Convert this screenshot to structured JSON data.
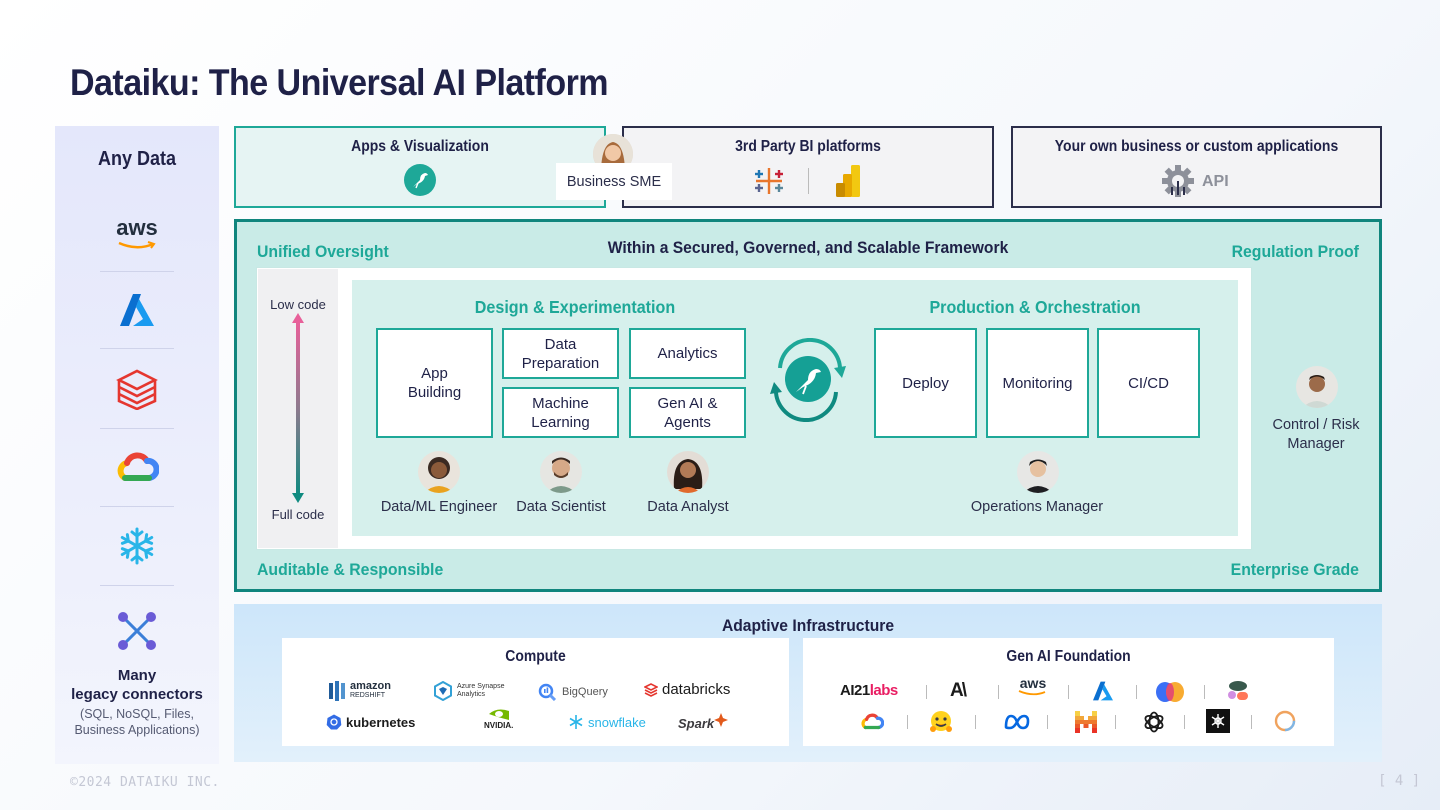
{
  "title": "Dataiku: The Universal AI Platform",
  "any_data": {
    "title": "Any Data",
    "sources": [
      {
        "icon": "aws-icon",
        "label": "aws"
      },
      {
        "icon": "azure-icon"
      },
      {
        "icon": "databricks-icon"
      },
      {
        "icon": "google-cloud-icon"
      },
      {
        "icon": "snowflake-icon"
      },
      {
        "icon": "connector-icon"
      }
    ],
    "many_line1": "Many",
    "many_line2": "legacy connectors",
    "many_sub1": "(SQL, NoSQL, Files,",
    "many_sub2": "Business Applications)"
  },
  "top": {
    "apps_title": "Apps & Visualization",
    "bi_title": "3rd Party BI platforms",
    "custom_title": "Your own business or custom applications",
    "api_label": "API",
    "business_sme": "Business SME"
  },
  "oversight": {
    "framework": "Within a Secured, Governed, and Scalable Framework",
    "top_left": "Unified Oversight",
    "top_right": "Regulation Proof",
    "bottom_left": "Auditable & Responsible",
    "bottom_right": "Enterprise Grade",
    "low_code": "Low code",
    "full_code": "Full code",
    "control_risk_1": "Control / Risk",
    "control_risk_2": "Manager"
  },
  "design": {
    "title": "Design & Experimentation",
    "app_building_1": "App",
    "app_building_2": "Building",
    "data_prep_1": "Data",
    "data_prep_2": "Preparation",
    "analytics": "Analytics",
    "ml_1": "Machine",
    "ml_2": "Learning",
    "genai_1": "Gen AI &",
    "genai_2": "Agents",
    "personas": [
      "Data/ML Engineer",
      "Data Scientist",
      "Data Analyst"
    ]
  },
  "production": {
    "title": "Production & Orchestration",
    "deploy": "Deploy",
    "monitoring": "Monitoring",
    "cicd": "CI/CD",
    "persona": "Operations Manager"
  },
  "infra": {
    "title": "Adaptive Infrastructure",
    "compute_title": "Compute",
    "genai_title": "Gen AI Foundation",
    "compute_logos": {
      "redshift_1": "amazon",
      "redshift_2": "REDSHIFT",
      "synapse_1": "Azure Synapse",
      "synapse_2": "Analytics",
      "bigquery": "BigQuery",
      "databricks": "databricks",
      "kubernetes": "kubernetes",
      "nvidia": "NVIDIA.",
      "snowflake": "snowflake",
      "spark": "Spark"
    },
    "genai_logos": {
      "ai21": "AI21",
      "ai21_b": "labs",
      "anthropic": "A\\",
      "aws": "aws"
    }
  },
  "footer": {
    "copyright": "©2024 DATAIKU INC.",
    "page": "[ 4 ]"
  }
}
